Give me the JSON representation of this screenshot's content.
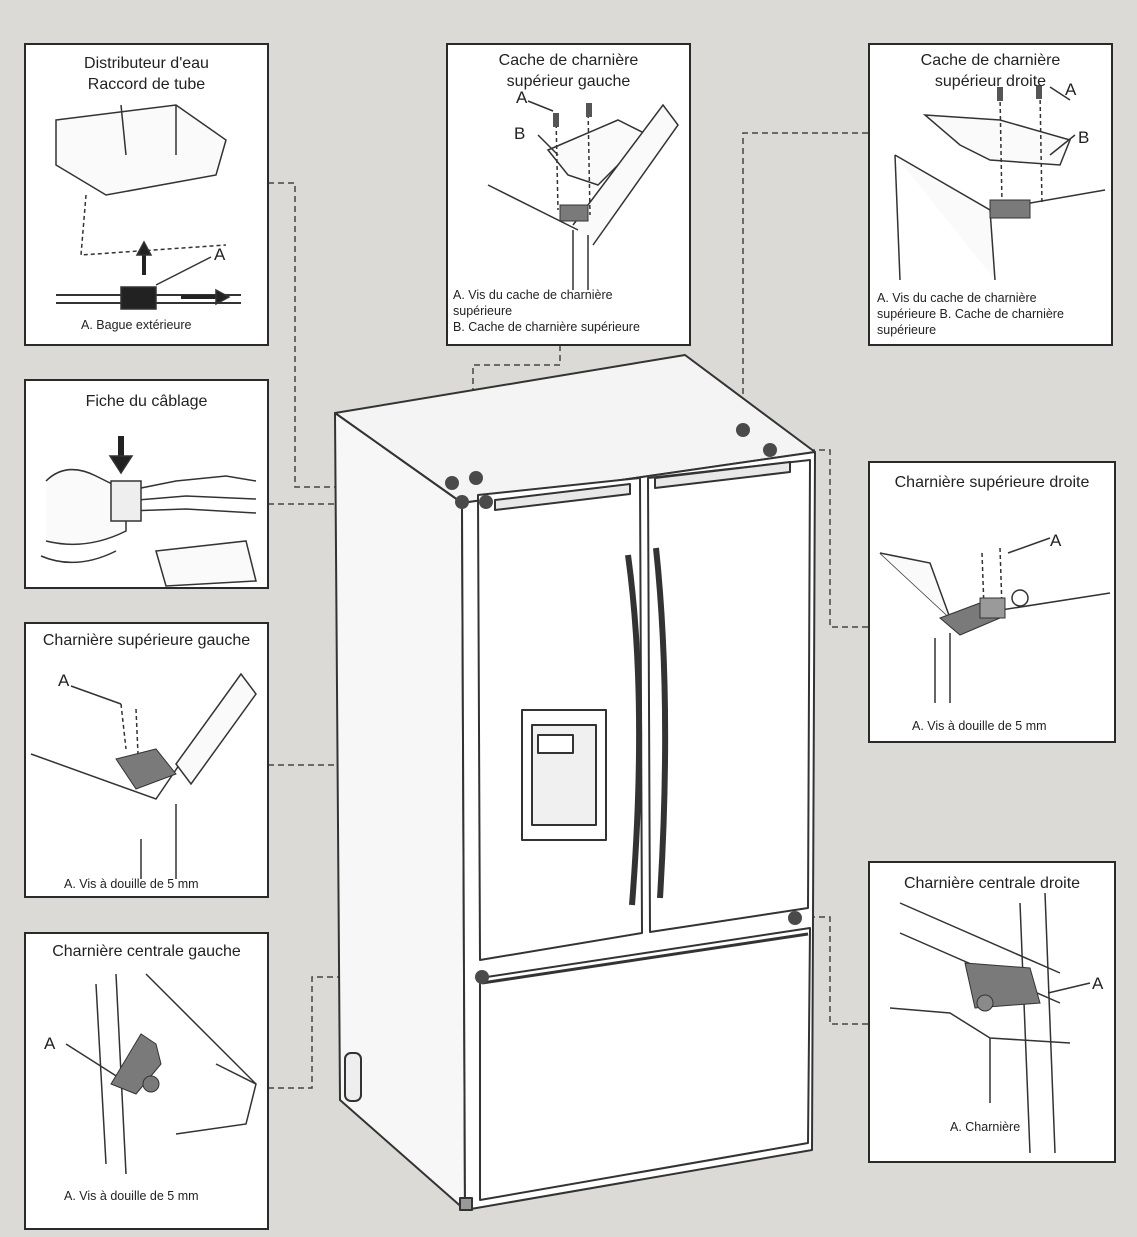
{
  "panels": {
    "water_dispenser": {
      "title": "Distributeur d'eau\nRaccord de tube",
      "caption": "A. Bague extérieure",
      "labels": [
        "A"
      ]
    },
    "wiring_plug": {
      "title": "Fiche du câblage"
    },
    "left_top_hinge": {
      "title": "Charnière supérieure gauche",
      "caption": "A. Vis à douille de 5 mm",
      "labels": [
        "A"
      ]
    },
    "left_center_hinge": {
      "title": "Charnière centrale gauche",
      "caption": "A. Vis à douille de 5 mm",
      "labels": [
        "A"
      ]
    },
    "top_left_cover": {
      "title": "Cache de charnière\nsupérieur gauche",
      "caption": "A. Vis du cache de charnière\nsupérieure\nB. Cache de charnière supérieure",
      "labels": [
        "A",
        "B"
      ]
    },
    "top_right_cover": {
      "title": "Cache de charnière\nsupérieur droite",
      "caption": "A. Vis du cache de charnière\nsupérieure  B. Cache de charnière\nsupérieure",
      "labels": [
        "A",
        "B"
      ]
    },
    "right_top_hinge": {
      "title": "Charnière supérieure droite",
      "caption": "A. Vis à douille de 5 mm",
      "labels": [
        "A"
      ]
    },
    "right_center_hinge": {
      "title": "Charnière centrale droite",
      "caption": "A. Charnière",
      "labels": [
        "A"
      ]
    }
  },
  "colors": {
    "background": "#dcdad6",
    "panel_border": "#2a2a2a",
    "callout_dot": "#4a4a4a",
    "hinge_metal": "#7a7a7a"
  }
}
